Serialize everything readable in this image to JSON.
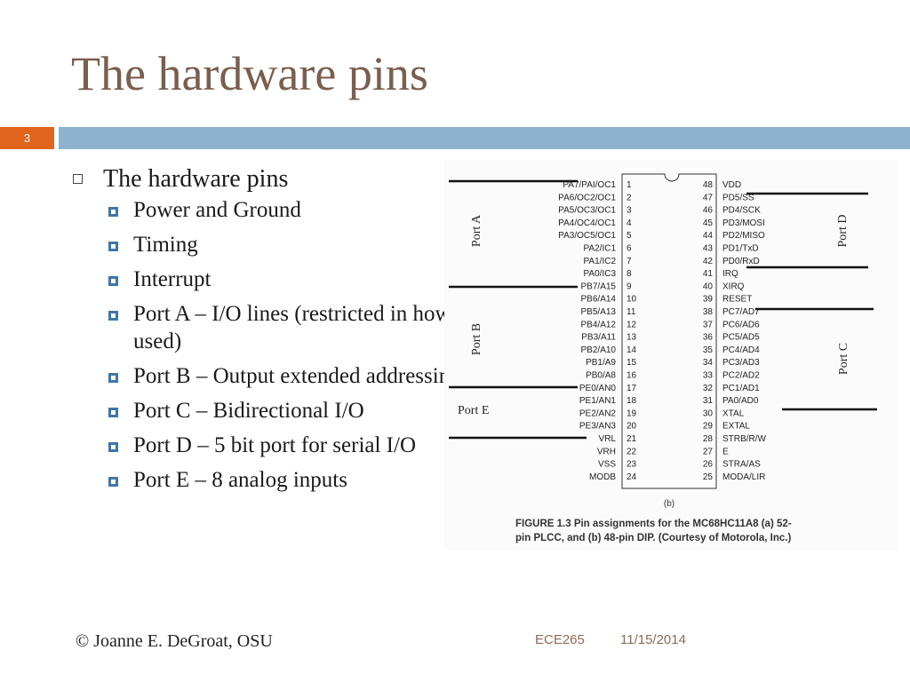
{
  "slide": {
    "title": "The hardware pins",
    "number": "3"
  },
  "content": {
    "main_bullet": "The hardware pins",
    "sub_bullets": [
      "Power and Ground",
      "Timing",
      "Interrupt",
      "Port A – I/O lines (restricted in how used)",
      "Port B – Output extended addressing",
      "Port C – Bidirectional I/O",
      "Port D – 5 bit port for serial I/O",
      "Port E – 8 analog inputs"
    ]
  },
  "figure": {
    "left_pins": [
      {
        "num": "1",
        "label": "PA7/PAI/OC1"
      },
      {
        "num": "2",
        "label": "PA6/OC2/OC1"
      },
      {
        "num": "3",
        "label": "PA5/OC3/OC1"
      },
      {
        "num": "4",
        "label": "PA4/OC4/OC1"
      },
      {
        "num": "5",
        "label": "PA3/OC5/OC1"
      },
      {
        "num": "6",
        "label": "PA2/IC1"
      },
      {
        "num": "7",
        "label": "PA1/IC2"
      },
      {
        "num": "8",
        "label": "PA0/IC3"
      },
      {
        "num": "9",
        "label": "PB7/A15"
      },
      {
        "num": "10",
        "label": "PB6/A14"
      },
      {
        "num": "11",
        "label": "PB5/A13"
      },
      {
        "num": "12",
        "label": "PB4/A12"
      },
      {
        "num": "13",
        "label": "PB3/A11"
      },
      {
        "num": "14",
        "label": "PB2/A10"
      },
      {
        "num": "15",
        "label": "PB1/A9"
      },
      {
        "num": "16",
        "label": "PB0/A8"
      },
      {
        "num": "17",
        "label": "PE0/AN0"
      },
      {
        "num": "18",
        "label": "PE1/AN1"
      },
      {
        "num": "19",
        "label": "PE2/AN2"
      },
      {
        "num": "20",
        "label": "PE3/AN3"
      },
      {
        "num": "21",
        "label": "VRL"
      },
      {
        "num": "22",
        "label": "VRH"
      },
      {
        "num": "23",
        "label": "VSS"
      },
      {
        "num": "24",
        "label": "MODB"
      }
    ],
    "right_pins": [
      {
        "num": "48",
        "label": "VDD"
      },
      {
        "num": "47",
        "label": "PD5/SS"
      },
      {
        "num": "46",
        "label": "PD4/SCK"
      },
      {
        "num": "45",
        "label": "PD3/MOSI"
      },
      {
        "num": "44",
        "label": "PD2/MISO"
      },
      {
        "num": "43",
        "label": "PD1/TxD"
      },
      {
        "num": "42",
        "label": "PD0/RxD"
      },
      {
        "num": "41",
        "label": "IRQ"
      },
      {
        "num": "40",
        "label": "XIRQ"
      },
      {
        "num": "39",
        "label": "RESET"
      },
      {
        "num": "38",
        "label": "PC7/AD7"
      },
      {
        "num": "37",
        "label": "PC6/AD6"
      },
      {
        "num": "36",
        "label": "PC5/AD5"
      },
      {
        "num": "35",
        "label": "PC4/AD4"
      },
      {
        "num": "34",
        "label": "PC3/AD3"
      },
      {
        "num": "33",
        "label": "PC2/AD2"
      },
      {
        "num": "32",
        "label": "PC1/AD1"
      },
      {
        "num": "31",
        "label": "PA0/AD0"
      },
      {
        "num": "30",
        "label": "XTAL"
      },
      {
        "num": "29",
        "label": "EXTAL"
      },
      {
        "num": "28",
        "label": "STRB/R/W"
      },
      {
        "num": "27",
        "label": "E"
      },
      {
        "num": "26",
        "label": "STRA/AS"
      },
      {
        "num": "25",
        "label": "MODA/LIR"
      }
    ],
    "port_labels": {
      "port_a": "Port A",
      "port_b": "Port B",
      "port_c": "Port C",
      "port_d": "Port D",
      "port_e": "Port E"
    },
    "sublabel": "(b)",
    "caption_line1": "FIGURE 1.3 Pin assignments for the MC68HC11A8 (a) 52-",
    "caption_line2": "pin PLCC, and (b) 48-pin DIP. (Courtesy of Motorola, Inc.)"
  },
  "footer": {
    "author": "© Joanne E. DeGroat, OSU",
    "course": "ECE265",
    "date": "11/15/2014"
  }
}
